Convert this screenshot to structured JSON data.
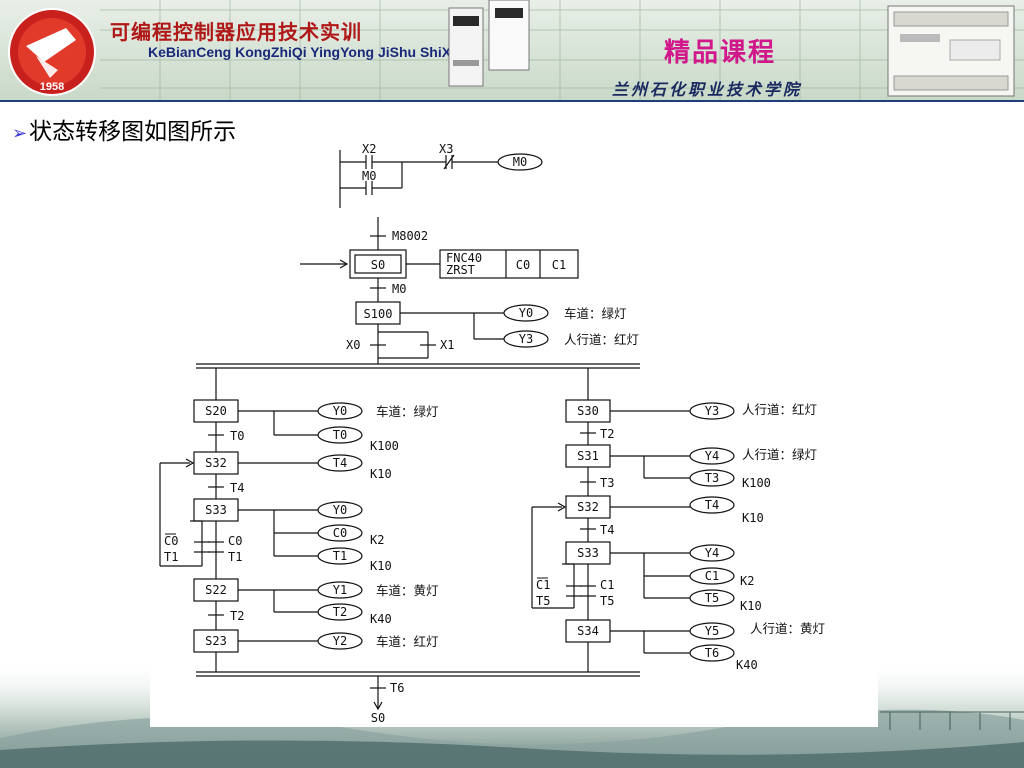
{
  "header": {
    "logo_year": "1958",
    "course_title": "可编程控制器应用技术实训",
    "course_pinyin": "KeBianCeng KongZhiQi YingYong JiShu ShiXun",
    "badge": "精品课程",
    "college": "兰州石化职业技术学院"
  },
  "slide": {
    "heading": "状态转移图如图所示",
    "bullet_icon": "arrow-bullet-icon"
  },
  "diagram": {
    "top_rung": {
      "contact1": "X2",
      "contact2": "X3",
      "coil": "M0",
      "self_hold": "M0"
    },
    "init": {
      "trigger": "M8002",
      "state": "S0",
      "fnc": "FNC40",
      "fnc_op": "ZRST",
      "arg1": "C0",
      "arg2": "C1"
    },
    "s100": {
      "trans_in": "M0",
      "state": "S100",
      "out1": "Y0",
      "out1_desc": "车道：绿灯",
      "out2": "Y3",
      "out2_desc": "人行道：红灯",
      "x_left": "X0",
      "x_right": "X1"
    },
    "left": {
      "s20": "S20",
      "s20_out1": "Y0",
      "s20_out1_desc": "车道：绿灯",
      "s20_out2": "T0",
      "s20_k": "K100",
      "t_s20": "T0",
      "s32": "S32",
      "s32_out": "T4",
      "s32_k": "K10",
      "t_s32": "T4",
      "s33": "S33",
      "s33_out1": "Y0",
      "s33_out2": "C0",
      "s33_k2": "K2",
      "s33_out3": "T1",
      "s33_k3": "K10",
      "loop_c": "C0",
      "loop_t": "T1",
      "fwd_c": "C0",
      "fwd_t": "T1",
      "s22": "S22",
      "s22_out1": "Y1",
      "s22_out1_desc": "车道：黄灯",
      "s22_out2": "T2",
      "s22_k": "K40",
      "t_s22": "T2",
      "s23": "S23",
      "s23_out": "Y2",
      "s23_out_desc": "车道：红灯"
    },
    "right": {
      "s30": "S30",
      "s30_out": "Y3",
      "s30_out_desc": "人行道：红灯",
      "t_s30": "T2",
      "s31": "S31",
      "s31_out1": "Y4",
      "s31_out1_desc": "人行道：绿灯",
      "s31_out2": "T3",
      "s31_k": "K100",
      "t_s31": "T3",
      "s32": "S32",
      "s32_out": "T4",
      "s32_k": "K10",
      "t_s32": "T4",
      "s33": "S33",
      "s33_out1": "Y4",
      "s33_out2": "C1",
      "s33_k2": "K2",
      "s33_out3": "T5",
      "s33_k3": "K10",
      "loop_c": "C1",
      "loop_t": "T5",
      "fwd_c": "C1",
      "fwd_t": "T5",
      "s34": "S34",
      "s34_out1": "Y5",
      "s34_out1_desc": "人行道：黄灯",
      "s34_out2": "T6",
      "s34_k": "K40"
    },
    "merge": {
      "trans": "T6",
      "target": "S0"
    }
  }
}
